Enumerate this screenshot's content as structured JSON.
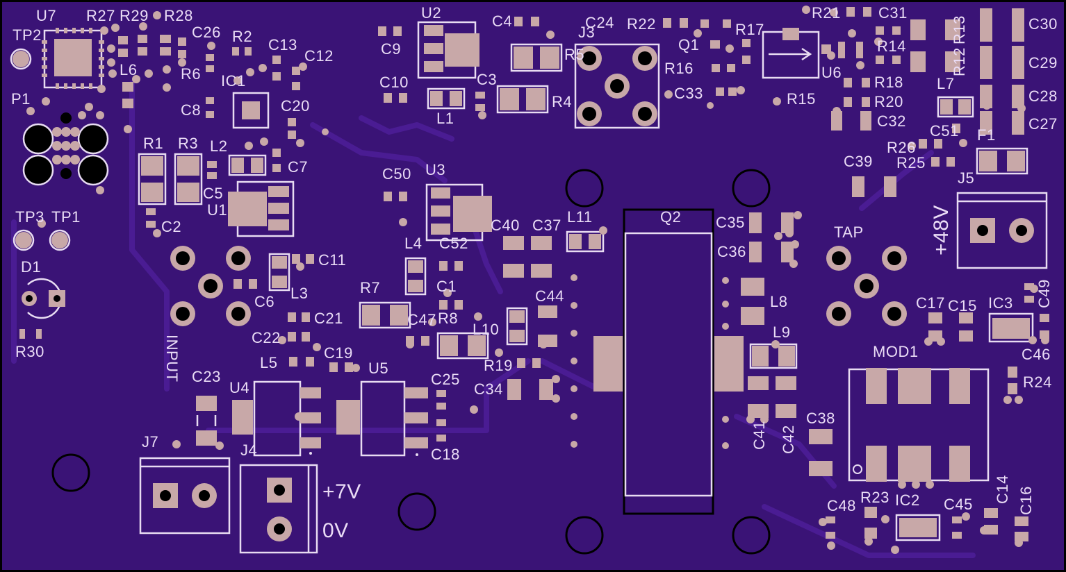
{
  "colors": {
    "board": "#3a1376",
    "pad": "#c8a8a8",
    "silkscreen": "#e8dcf2",
    "outline": "#000000"
  },
  "labels": {
    "U7": "U7",
    "TP2": "TP2",
    "R27": "R27",
    "R29": "R29",
    "R28": "R28",
    "C26": "C26",
    "R2": "R2",
    "C13": "C13",
    "C12": "C12",
    "L6": "L6",
    "R6": "R6",
    "IC1": "IC1",
    "P1": "P1",
    "C8": "C8",
    "C20": "C20",
    "R1": "R1",
    "R3": "R3",
    "L2": "L2",
    "C7": "C7",
    "C5": "C5",
    "U1": "U1",
    "C2": "C2",
    "TP3": "TP3",
    "TP1": "TP1",
    "D1": "D1",
    "R30": "R30",
    "C11": "C11",
    "C6": "C6",
    "L3": "L3",
    "INPUT": "INPUT",
    "C21": "C21",
    "C22": "C22",
    "C19": "C19",
    "L5": "L5",
    "C23": "C23",
    "U4": "U4",
    "U5": "U5",
    "J7": "J7",
    "J4": "J4",
    "P7V": "+7V",
    "OV": "0V",
    "U2": "U2",
    "C9": "C9",
    "C4": "C4",
    "C24": "C24",
    "J3": "J3",
    "R22": "R22",
    "R5": "R5",
    "C10": "C10",
    "C3": "C3",
    "R4": "R4",
    "L1": "L1",
    "R16": "R16",
    "C33": "C33",
    "Q1": "Q1",
    "R17": "R17",
    "R21": "R21",
    "C31": "C31",
    "R13": "R13",
    "C30": "C30",
    "U6": "U6",
    "R14": "R14",
    "R12": "R12",
    "C29": "C29",
    "R15": "R15",
    "R18": "R18",
    "L7": "L7",
    "R20": "R20",
    "C28": "C28",
    "C32": "C32",
    "C51": "C51",
    "C27": "C27",
    "F1": "F1",
    "R26": "R26",
    "R25": "R25",
    "C39": "C39",
    "J5": "J5",
    "P48V": "+48V",
    "C50": "C50",
    "U3": "U3",
    "C40": "C40",
    "C37": "C37",
    "L11": "L11",
    "L4": "L4",
    "C52": "C52",
    "Q2": "Q2",
    "C35": "C35",
    "C36": "C36",
    "TAP": "TAP",
    "C1": "C1",
    "R7": "R7",
    "C44": "C44",
    "L8": "L8",
    "C47": "C47",
    "R8": "R8",
    "L10": "L10",
    "L9": "L9",
    "C17": "C17",
    "C15": "C15",
    "IC3": "IC3",
    "C49": "C49",
    "C46": "C46",
    "R19": "R19",
    "C34": "C34",
    "MOD1": "MOD1",
    "R24": "R24",
    "C25": "C25",
    "C18": "C18",
    "C41": "C41",
    "C42": "C42",
    "C38": "C38",
    "C48": "C48",
    "R23": "R23",
    "IC2": "IC2",
    "C45": "C45",
    "C14": "C14",
    "C16": "C16"
  }
}
